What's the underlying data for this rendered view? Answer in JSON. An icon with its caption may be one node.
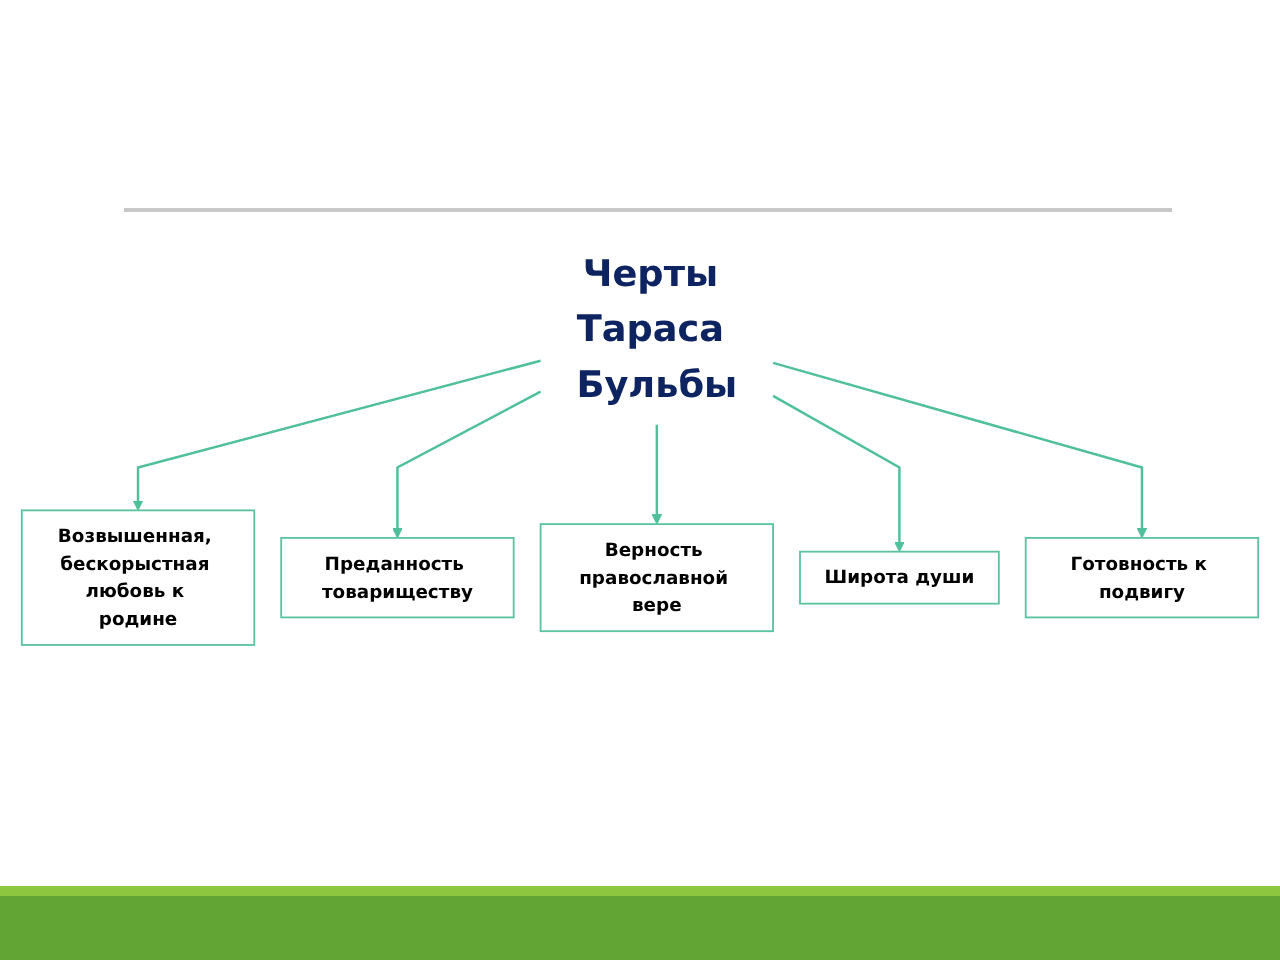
{
  "diagram": {
    "nodes": [
      {
        "text": [
          "Возвышенная, бескорыстная любовь к родине"
        ]
      },
      {
        "text": [
          "Преданность товариществу"
        ]
      },
      {
        "text": [
          "Черты Тараса Бульбы"
        ]
      },
      {
        "text": [
          "Верность православной вере"
        ]
      },
      {
        "text": [
          "Широта души"
        ]
      },
      {
        "text": [
          "Готовность к подвигу"
        ]
      }
    ],
    "edges": [
      {
        "from": 2,
        "to": 0,
        "arrow": "to"
      },
      {
        "from": 2,
        "to": 1,
        "arrow": "to"
      },
      {
        "from": 2,
        "to": 3,
        "arrow": "to"
      },
      {
        "from": 2,
        "to": 4,
        "arrow": "to"
      },
      {
        "from": 2,
        "to": 5,
        "arrow": "to"
      }
    ]
  }
}
